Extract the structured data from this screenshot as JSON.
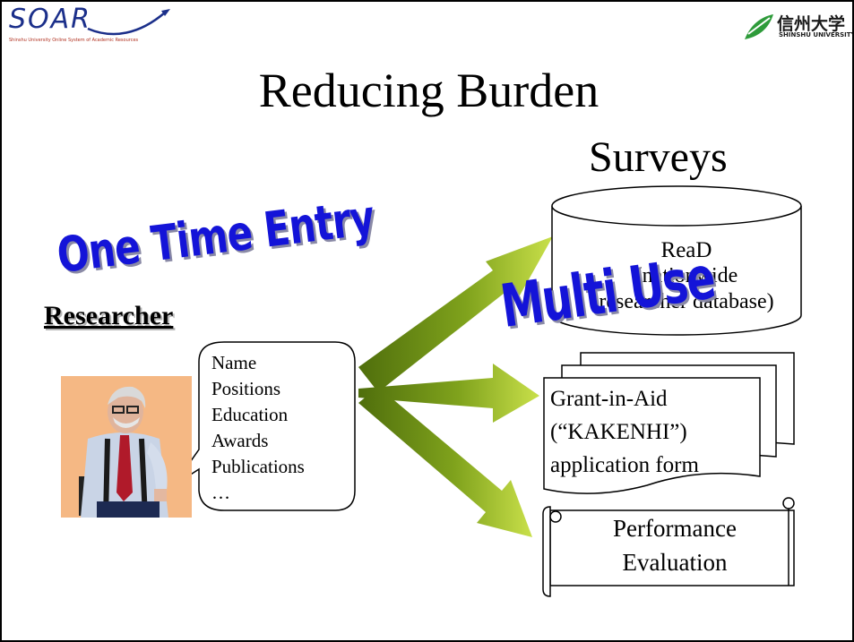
{
  "logos": {
    "left_text": "SOAR",
    "left_subtext": "Shinshu University Online System of Academic Resources",
    "right_text": "信州大学",
    "right_subtext": "SHINSHU UNIVERSITY"
  },
  "slide": {
    "title": "Reducing Burden",
    "surveys_label": "Surveys",
    "one_time_entry": "One Time Entry",
    "multi_use": "Multi Use",
    "researcher_label": "Researcher"
  },
  "bubble": {
    "items": [
      "Name",
      "Positions",
      "Education",
      "Awards",
      "Publications",
      "…"
    ]
  },
  "targets": {
    "read": {
      "line1": "ReaD",
      "line2": "(nationwide",
      "line3": "researcher database)"
    },
    "grant": {
      "line1": "Grant-in-Aid",
      "line2": " (“KAKENHI”)",
      "line3": "application form"
    },
    "performance": {
      "line1": "Performance",
      "line2": "Evaluation"
    }
  },
  "colors": {
    "wordart_blue": "#1414d8",
    "arrow_green_light": "#c9e04a",
    "arrow_green_dark": "#4f6e0c"
  },
  "icons": {
    "person": "researcher-clipart-icon",
    "database": "database-cylinder-icon",
    "documents": "stacked-documents-icon",
    "scroll": "scroll-icon"
  }
}
